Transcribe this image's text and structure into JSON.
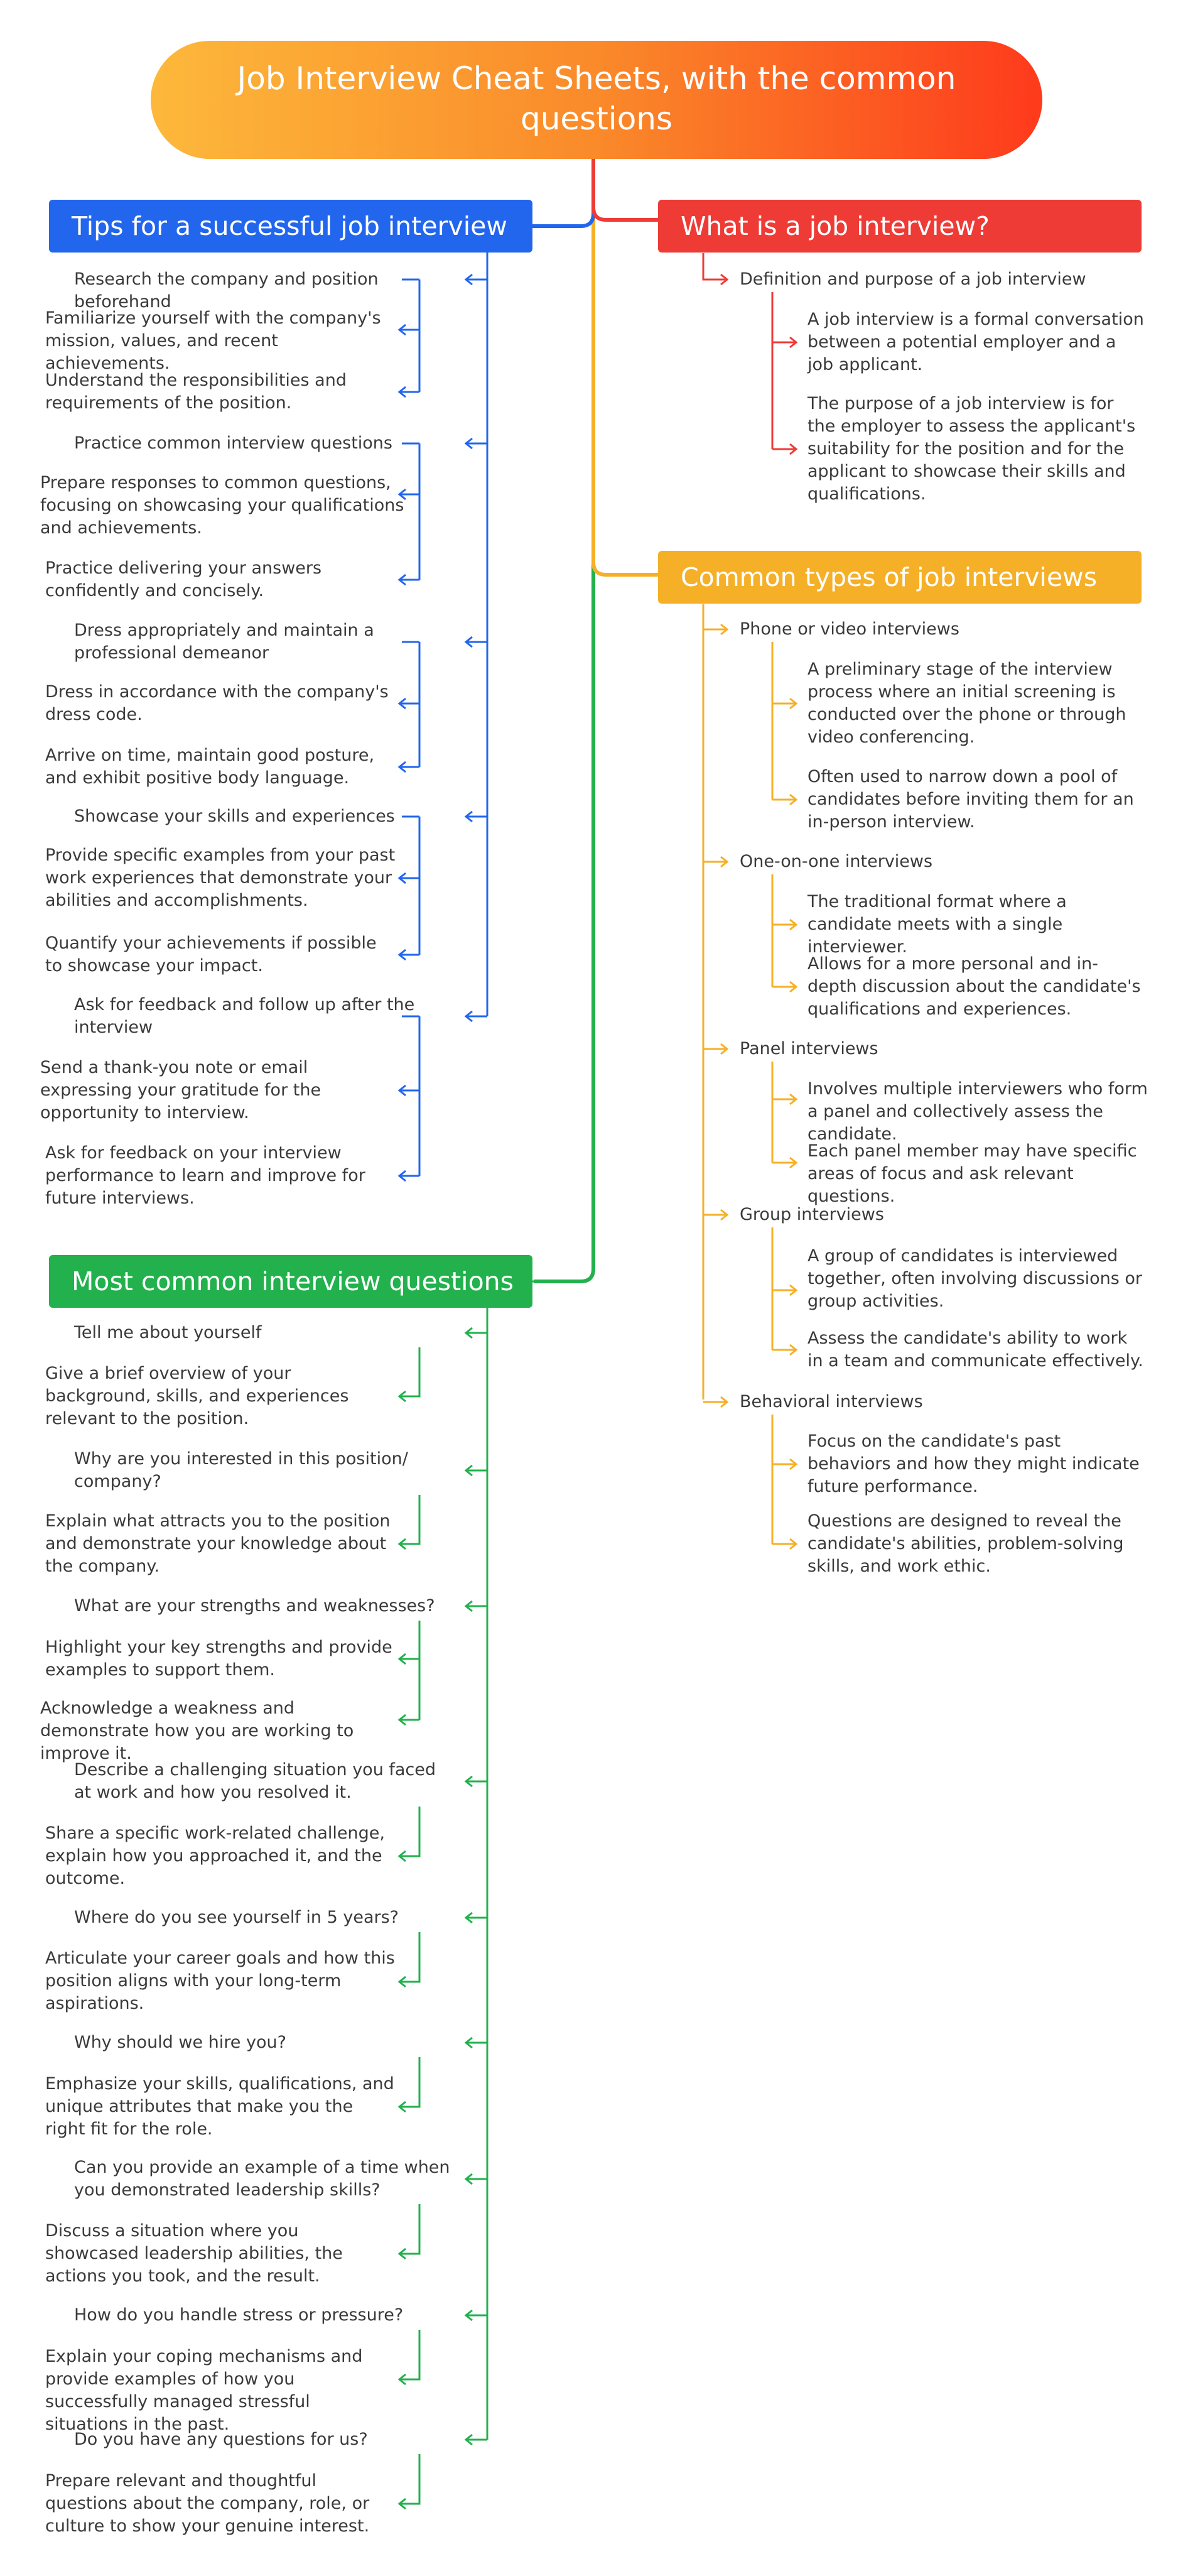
{
  "title": "Job Interview Cheat Sheets, with the common questions",
  "colors": {
    "blue": "#2266EE",
    "red": "#EE3B36",
    "orange": "#F5B027",
    "green": "#22B14C"
  },
  "tips": {
    "label": "Tips for a successful job interview",
    "items": [
      {
        "label": "Research the company and position beforehand",
        "children": [
          "Familiarize yourself with the company's mission, values, and recent achievements.",
          "Understand the responsibilities and requirements of the position."
        ]
      },
      {
        "label": "Practice common interview questions",
        "children": [
          "Prepare responses to common questions, focusing on showcasing your qualifications and achievements.",
          "Practice delivering your answers confidently and concisely."
        ]
      },
      {
        "label": "Dress appropriately and maintain a professional demeanor",
        "children": [
          "Dress in accordance with the company's dress code.",
          "Arrive on time, maintain good posture, and exhibit positive body language."
        ]
      },
      {
        "label": "Showcase your skills and experiences",
        "children": [
          "Provide specific examples from your past work experiences that demonstrate your abilities and accomplishments.",
          "Quantify your achievements if possible to showcase your impact."
        ]
      },
      {
        "label": "Ask for feedback and follow up after the interview",
        "children": [
          "Send a thank-you note or email expressing your gratitude for the opportunity to interview.",
          "Ask for feedback on your interview performance to learn and improve for future interviews."
        ]
      }
    ]
  },
  "what": {
    "label": "What is a job interview?",
    "items": [
      {
        "label": "Definition and purpose of a job interview",
        "children": [
          "A job interview is a formal conversation between a potential employer and a job applicant.",
          "The purpose of a job interview is for the employer to assess the applicant's suitability for the position and for the applicant to showcase their skills and qualifications."
        ]
      }
    ]
  },
  "types": {
    "label": "Common types of job interviews",
    "items": [
      {
        "label": "Phone or video interviews",
        "children": [
          "A preliminary stage of the interview process where an initial screening is conducted over the phone or through video conferencing.",
          "Often used to narrow down a pool of candidates before inviting them for an in-person interview."
        ]
      },
      {
        "label": "One-on-one interviews",
        "children": [
          "The traditional format where a candidate meets with a single interviewer.",
          "Allows for a more personal and in-depth discussion about the candidate's qualifications and experiences."
        ]
      },
      {
        "label": "Panel interviews",
        "children": [
          "Involves multiple interviewers who form a panel and collectively assess the candidate.",
          "Each panel member may have specific areas of focus and ask relevant questions."
        ]
      },
      {
        "label": "Group interviews",
        "children": [
          "A group of candidates is interviewed together, often involving discussions or group activities.",
          "Assess the candidate's ability to work in a team and communicate effectively."
        ]
      },
      {
        "label": "Behavioral interviews",
        "children": [
          "Focus on the candidate's past behaviors and how they might indicate future performance.",
          "Questions are designed to reveal the candidate's abilities, problem-solving skills, and work ethic."
        ]
      }
    ]
  },
  "questions": {
    "label": "Most common interview questions",
    "items": [
      {
        "label": "Tell me about yourself",
        "children": [
          "Give a brief overview of your background, skills, and experiences relevant to the position."
        ]
      },
      {
        "label": "Why are you interested in this position/ company?",
        "children": [
          "Explain what attracts you to the position and demonstrate your knowledge about the company."
        ]
      },
      {
        "label": "What are your strengths and weaknesses?",
        "children": [
          "Highlight your key strengths and provide examples to support them.",
          "Acknowledge a weakness and demonstrate how you are working to improve it."
        ]
      },
      {
        "label": "Describe a challenging situation you faced at work and how you resolved it.",
        "children": [
          "Share a specific work-related challenge, explain how you approached it, and the outcome."
        ]
      },
      {
        "label": "Where do you see yourself in 5 years?",
        "children": [
          "Articulate your career goals and how this position aligns with your long-term aspirations."
        ]
      },
      {
        "label": "Why should we hire you?",
        "children": [
          "Emphasize your skills, qualifications, and unique attributes that make you the right fit for the role."
        ]
      },
      {
        "label": "Can you provide an example of a time when you demonstrated leadership skills?",
        "children": [
          "Discuss a situation where you showcased leadership abilities, the actions you took, and the result."
        ]
      },
      {
        "label": "How do you handle stress or pressure?",
        "children": [
          "Explain your coping mechanisms and provide examples of how you successfully managed stressful situations in the past."
        ]
      },
      {
        "label": "Do you have any questions for us?",
        "children": [
          "Prepare relevant and thoughtful questions about the company, role, or culture to show your genuine interest."
        ]
      }
    ]
  }
}
